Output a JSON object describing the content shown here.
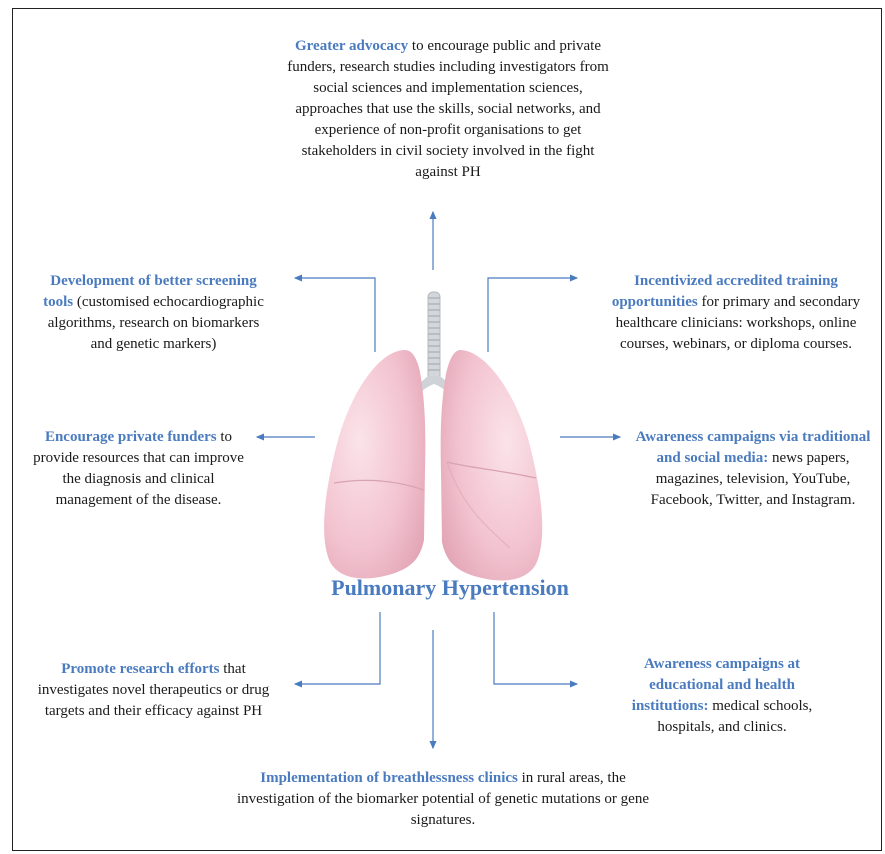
{
  "center_title": "Pulmonary Hypertension",
  "blocks": {
    "top": {
      "highlight": "Greater advocacy",
      "text": " to encourage public and private funders, research studies including investigators from social sciences and implementation sciences, approaches that use the skills, social networks, and experience of non-profit organisations to get stakeholders in civil society involved in the fight against PH"
    },
    "upper_left": {
      "highlight": "Development of better screening tools",
      "text": " (customised echocardiographic algorithms, research on biomarkers and genetic markers)"
    },
    "upper_right": {
      "highlight": "Incentivized accredited training opportunities",
      "text": " for primary and secondary healthcare clinicians: workshops, online courses, webinars, or diploma courses."
    },
    "middle_left": {
      "highlight": "Encourage private funders",
      "text": " to provide resources that can improve the diagnosis and clinical management of the disease."
    },
    "middle_right": {
      "highlight": "Awareness campaigns via traditional and social media:",
      "text": " news papers, magazines, television, YouTube, Facebook, Twitter, and Instagram."
    },
    "lower_left": {
      "highlight": "Promote research efforts",
      "text": " that investigates novel therapeutics or drug targets and their efficacy against PH"
    },
    "lower_right": {
      "highlight": "Awareness campaigns at educational and health institutions:",
      "text": " medical schools, hospitals, and clinics."
    },
    "bottom": {
      "highlight": "Implementation of breathlessness clinics",
      "text": " in rural areas, the investigation of the biomarker potential of genetic mutations or gene signatures."
    }
  },
  "colors": {
    "accent": "#4a7bbf",
    "lung_fill": "#f3c6d2",
    "trachea": "#c9ccd1"
  }
}
